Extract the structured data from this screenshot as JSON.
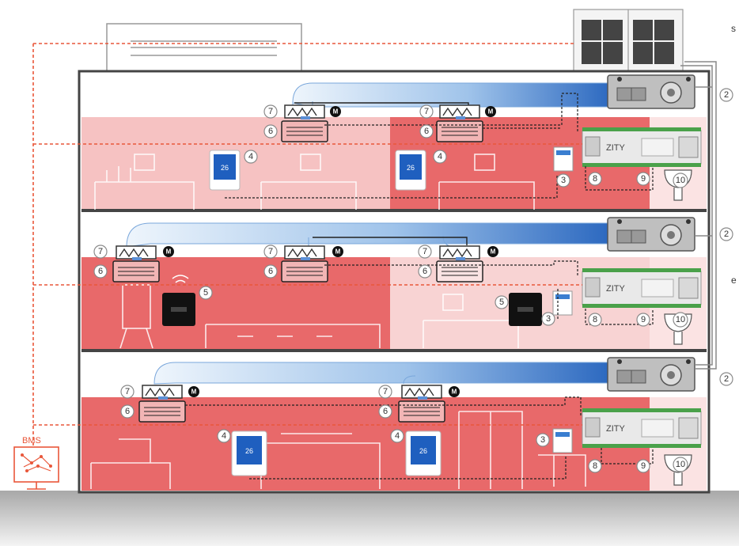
{
  "bms": {
    "label": "BMS"
  },
  "side_labels": {
    "top": "s",
    "middle": "e"
  },
  "controller": {
    "brand": "ZITY"
  },
  "thermostat": {
    "temperature": "26"
  },
  "motor_label": "M",
  "numbers": {
    "n2": "2",
    "n3": "3",
    "n4": "4",
    "n5": "5",
    "n6": "6",
    "n7": "7",
    "n8": "8",
    "n9": "9",
    "n10": "10"
  },
  "colors": {
    "room_dark": "#e8696a",
    "room_light": "#f6c6c6",
    "room_mid": "#f0a0a0",
    "duct_start": "#e8f1fb",
    "duct_end": "#2c6bc2",
    "bms_line": "#e9573a",
    "ground": "#b9b9b9"
  }
}
